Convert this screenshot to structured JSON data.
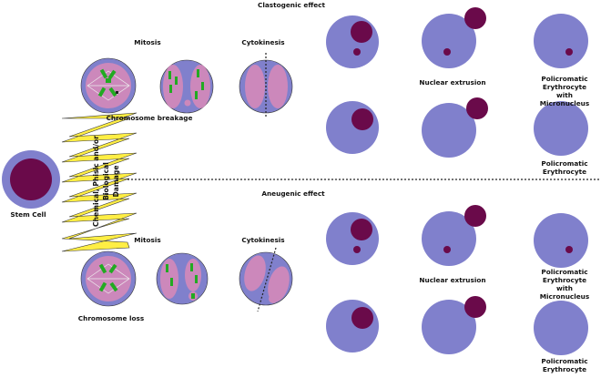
{
  "labels": {
    "clastogenic": "Clastogenic effect",
    "aneugenic": "Aneugenic effect",
    "mitosis_top": "Mitosis",
    "cytokinesis_top": "Cytokinesis",
    "mitosis_bottom": "Mitosis",
    "cytokinesis_bottom": "Cytokinesis",
    "chromosome_breakage": "Chromosome breakage",
    "chromosome_loss": "Chromosome loss",
    "stem_cell": "Stem Cell",
    "damage": "Chemical, Phisic and/or Biological\nDamage",
    "nuclear_extrusion_top": "Nuclear extrusion",
    "nuclear_extrusion_bottom": "Nuclear extrusion",
    "pce_micronucleus_top": "Policromatic\nErythrocyte\nwith Micronucleus",
    "pce_top": "Policromatic\nErythrocyte",
    "pce_micronucleus_bottom": "Policromatic\nErythrocyte\nwith Micronucleus",
    "pce_bottom": "Policromatic\nErythrocyte"
  },
  "colors": {
    "cell": "#8080cc",
    "nucleus": "#6a0a4a",
    "cytoplasm_pink": "#cc88bb",
    "chromosome": "#22aa22",
    "zigzag": "#ffee44"
  }
}
